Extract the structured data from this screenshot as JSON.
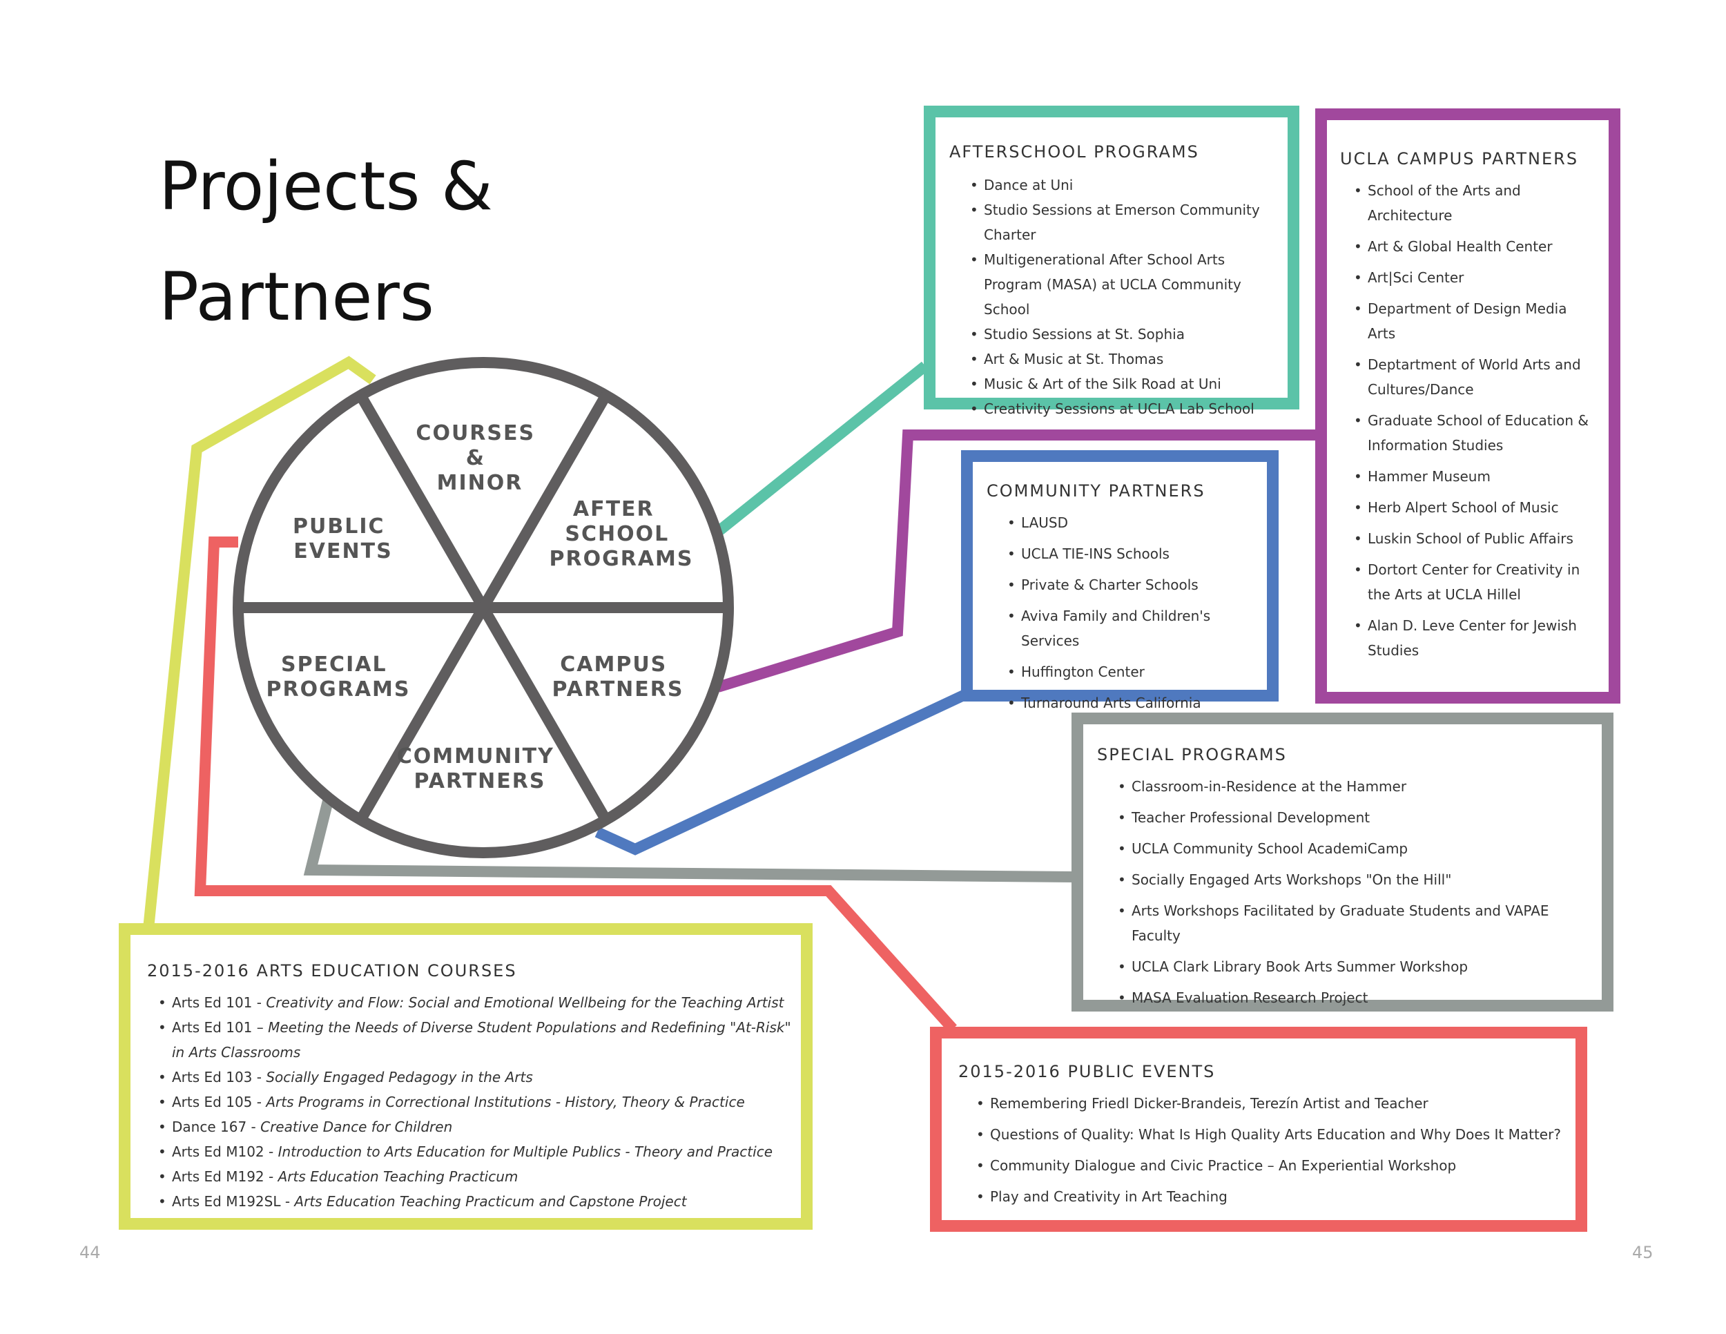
{
  "title_line1": "Projects &",
  "title_line2": "Partners",
  "wheel": {
    "courses": [
      "COURSES",
      "&",
      "MINOR"
    ],
    "afterschool": [
      "AFTER",
      "SCHOOL",
      "PROGRAMS"
    ],
    "campus": [
      "CAMPUS",
      "PARTNERS"
    ],
    "community": [
      "COMMUNITY",
      "PARTNERS"
    ],
    "special": [
      "SPECIAL",
      "PROGRAMS"
    ],
    "public": [
      "PUBLIC",
      "EVENTS"
    ]
  },
  "colors": {
    "afterschool": "#5bc3a8",
    "campus": "#a1489d",
    "community": "#4f79bf",
    "special": "#939a97",
    "public": "#ee6262",
    "courses": "#d9e05e",
    "wheel": "#5f5d5e"
  },
  "afterschool": {
    "heading": "AFTERSCHOOL PROGRAMS",
    "items": [
      "Dance at Uni",
      "Studio Sessions at Emerson Community Charter",
      "Multigenerational After School Arts Program (MASA) at UCLA Community School",
      " Studio Sessions at St. Sophia",
      "Art & Music at St. Thomas",
      "Music & Art of the Silk Road at Uni",
      "Creativity Sessions at UCLA Lab School"
    ]
  },
  "campus": {
    "heading": "UCLA CAMPUS PARTNERS",
    "items": [
      "School of the Arts and Architecture",
      "Art & Global Health Center",
      "Art|Sci Center",
      "Department of Design Media Arts",
      "Deptartment of World Arts and Cultures/Dance",
      "Graduate School of Education & Information Studies",
      "Hammer Museum",
      "Herb Alpert School of Music",
      "Luskin School of Public Affairs",
      "Dortort Center for Creativity in the Arts at UCLA Hillel",
      "Alan D. Leve Center for Jewish Studies"
    ]
  },
  "community": {
    "heading": "COMMUNITY PARTNERS",
    "items": [
      "LAUSD",
      "UCLA TIE-INS Schools",
      "Private & Charter Schools",
      "Aviva Family and Children's Services",
      "Huffington Center",
      "Turnaround Arts California"
    ]
  },
  "special": {
    "heading": "SPECIAL PROGRAMS",
    "items": [
      "Classroom-in-Residence at the Hammer",
      "Teacher Professional Development",
      "UCLA Community School AcademiCamp",
      "Socially Engaged Arts Workshops \"On the Hill\"",
      "Arts Workshops Facilitated by Graduate Students and VAPAE Faculty",
      "UCLA Clark Library Book Arts Summer Workshop",
      "MASA Evaluation Research Project"
    ]
  },
  "courses": {
    "heading": "2015-2016 ARTS EDUCATION COURSES",
    "items": [
      {
        "code": "Arts Ed 101 - ",
        "title": "Creativity and Flow: Social and Emotional Wellbeing for the Teaching Artist"
      },
      {
        "code": "Arts Ed 101 – ",
        "title": "Meeting the Needs of Diverse Student Populations and Redefining \"At-Risk\" in Arts Classrooms"
      },
      {
        "code": "Arts Ed 103 - ",
        "title": "Socially Engaged Pedagogy in the Arts"
      },
      {
        "code": "Arts Ed 105 - ",
        "title": "Arts Programs in Correctional Institutions - History, Theory & Practice"
      },
      {
        "code": "Dance 167 - ",
        "title": "Creative Dance for Children"
      },
      {
        "code": "Arts Ed M102 - ",
        "title": "Introduction to Arts Education for Multiple Publics - Theory and Practice"
      },
      {
        "code": "Arts Ed M192 - ",
        "title": "Arts Education Teaching Practicum"
      },
      {
        "code": "Arts Ed M192SL - ",
        "title": "Arts Education Teaching Practicum and Capstone Project"
      }
    ]
  },
  "public": {
    "heading": "2015-2016 PUBLIC EVENTS",
    "items": [
      "Remembering Friedl Dicker-Brandeis, Terezín Artist and Teacher",
      "Questions of Quality: What Is High Quality Arts Education and Why Does It Matter?",
      "Community Dialogue and Civic Practice – An Experiential Workshop",
      "Play and Creativity in Art Teaching"
    ]
  },
  "page_left": "44",
  "page_right": "45"
}
